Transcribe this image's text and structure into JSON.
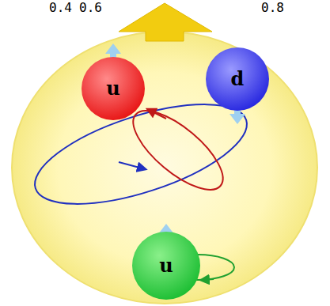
{
  "diagram": {
    "nodes": [
      {
        "text": [
          "u"
        ]
      },
      {
        "text": [
          "d"
        ]
      },
      {
        "text": [
          "u"
        ]
      }
    ],
    "labels": [
      "0.4",
      "0.6",
      "0.8"
    ]
  }
}
